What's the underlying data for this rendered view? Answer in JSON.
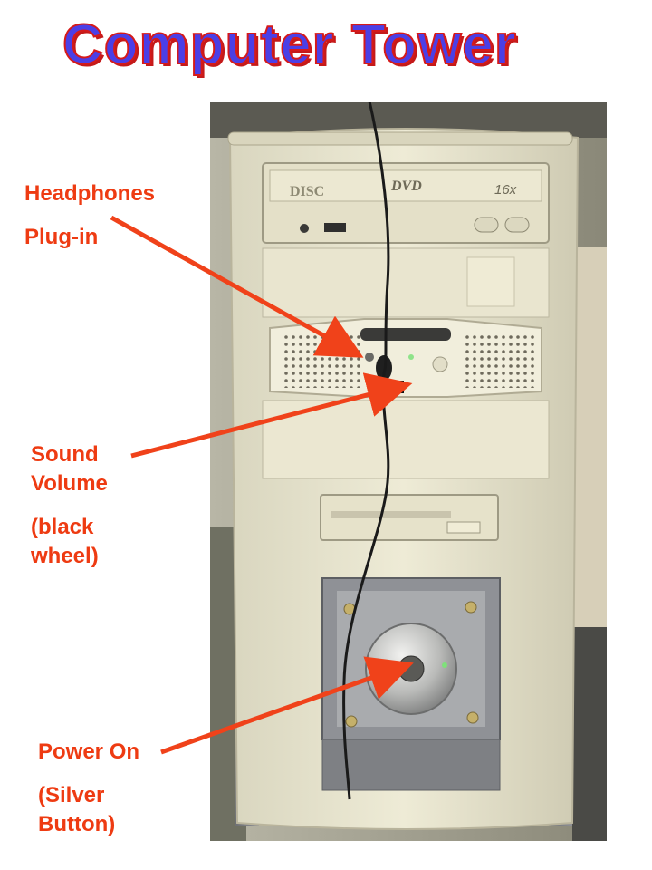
{
  "title": "Computer Tower",
  "labels": {
    "headphones_line1": "Headphones",
    "headphones_line2": "Plug-in",
    "sound_line1": "Sound",
    "sound_line2": "Volume",
    "sound_line3": "(black",
    "sound_line4": "wheel)",
    "power_line1": "Power On",
    "power_line2": "(Silver",
    "power_line3": "Button)"
  },
  "drive_labels": {
    "disc": "DISC",
    "dvd": "DVD",
    "speed": "16x"
  },
  "colors": {
    "title_fill": "#4b3fe6",
    "title_outline": "#d61a1a",
    "label_text": "#ee3b12",
    "arrow": "#f0421a",
    "case_body": "#e9e6cf"
  }
}
